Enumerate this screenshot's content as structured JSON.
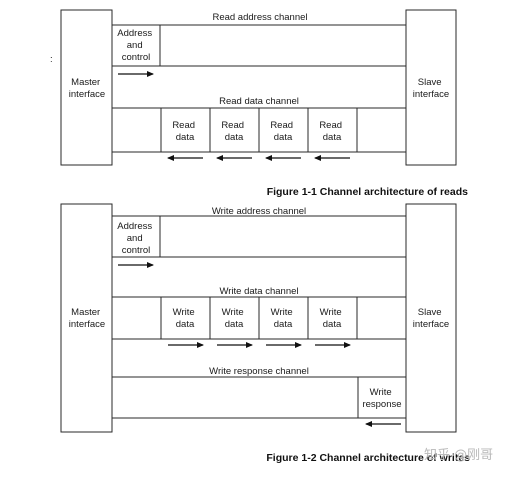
{
  "stray_mark": ":",
  "read_diagram": {
    "master_label": [
      "Master",
      "interface"
    ],
    "slave_label": [
      "Slave",
      "interface"
    ],
    "read_address_channel": "Read address channel",
    "address_control": [
      "Address",
      "and",
      "control"
    ],
    "read_data_channel": "Read data channel",
    "read_data_cells": [
      [
        "Read",
        "data"
      ],
      [
        "Read",
        "data"
      ],
      [
        "Read",
        "data"
      ],
      [
        "Read",
        "data"
      ]
    ],
    "caption": "Figure 1-1 Channel architecture of reads"
  },
  "write_diagram": {
    "master_label": [
      "Master",
      "interface"
    ],
    "slave_label": [
      "Slave",
      "interface"
    ],
    "write_address_channel": "Write address channel",
    "address_control": [
      "Address",
      "and",
      "control"
    ],
    "write_data_channel": "Write data channel",
    "write_data_cells": [
      [
        "Write",
        "data"
      ],
      [
        "Write",
        "data"
      ],
      [
        "Write",
        "data"
      ],
      [
        "Write",
        "data"
      ]
    ],
    "write_response_channel": "Write response channel",
    "write_response": [
      "Write",
      "response"
    ],
    "caption": "Figure 1-2 Channel architecture of writes"
  },
  "watermark": "知乎 @刚哥"
}
